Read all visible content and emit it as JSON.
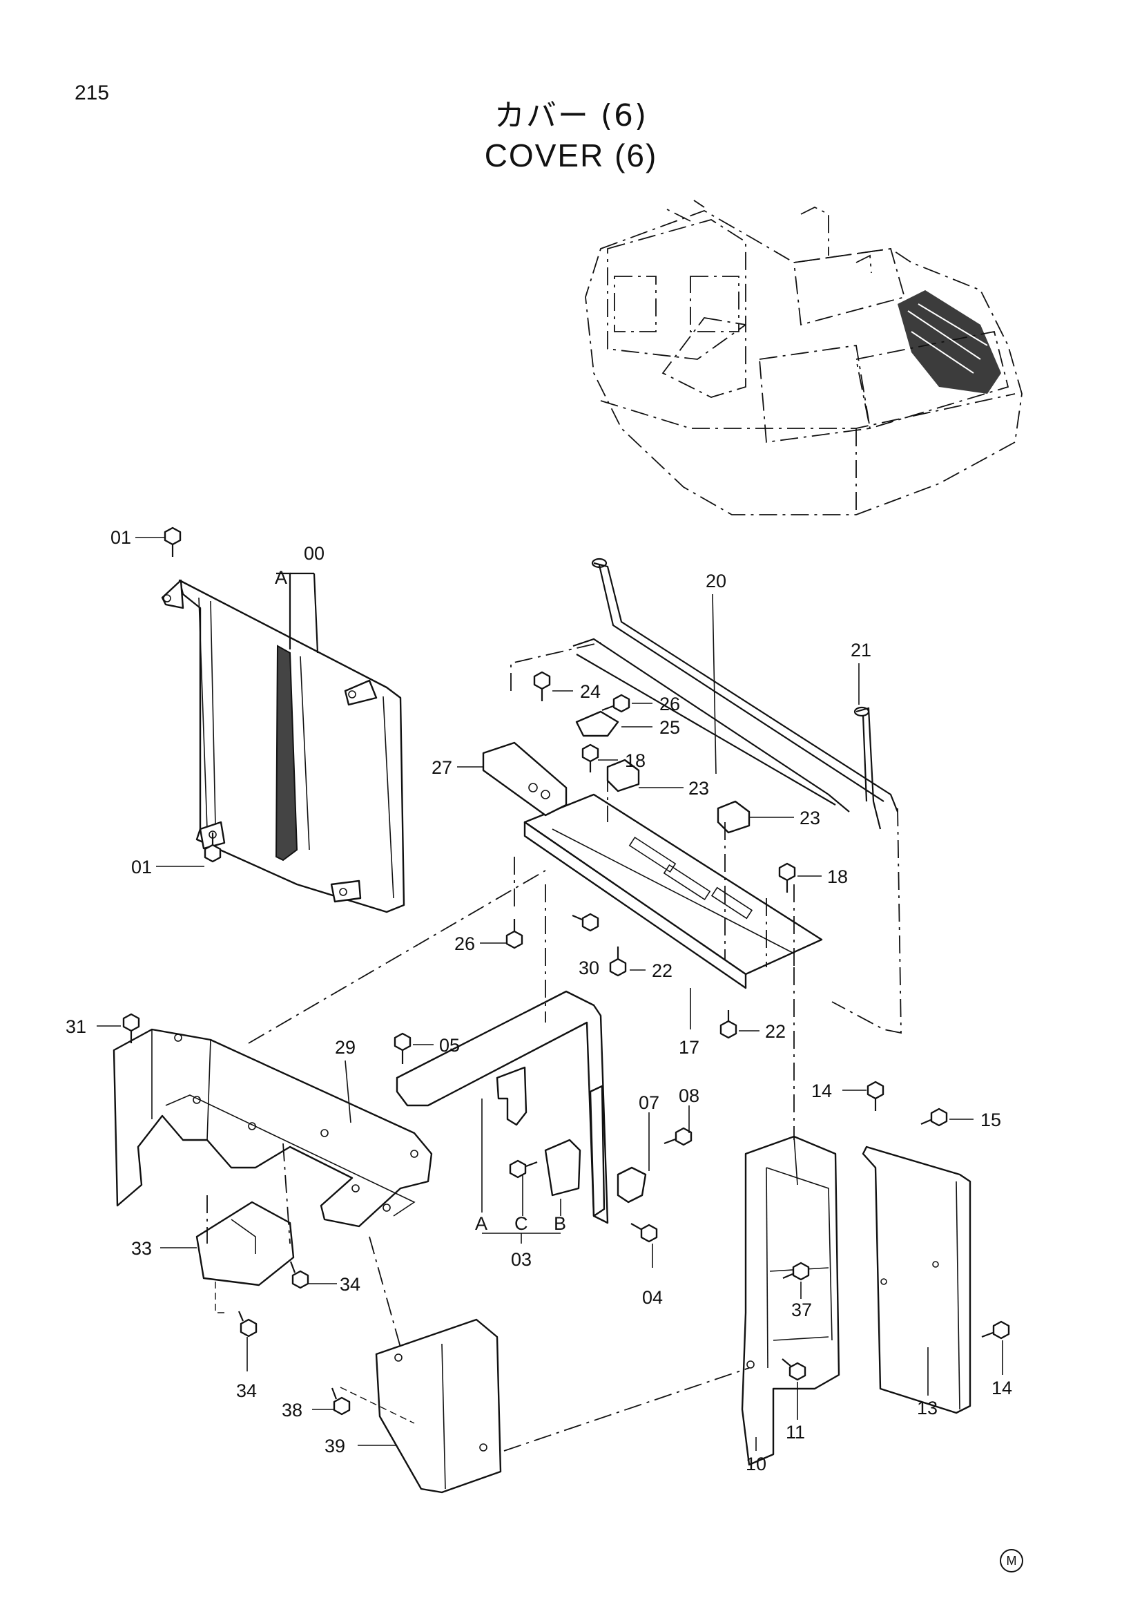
{
  "page": {
    "number": "215"
  },
  "title": {
    "japanese": "カバー (6)",
    "english": "COVER (6)"
  },
  "mark": "M",
  "callouts": [
    "00",
    "01",
    "01",
    "20",
    "21",
    "24",
    "26",
    "25",
    "27",
    "18",
    "23",
    "23",
    "18",
    "26",
    "30",
    "22",
    "17",
    "22",
    "31",
    "29",
    "05",
    "08",
    "07",
    "14",
    "15",
    "A",
    "C",
    "B",
    "03",
    "04",
    "33",
    "34",
    "34",
    "37",
    "13",
    "14",
    "11",
    "38",
    "39",
    "10"
  ],
  "sub_labels": {
    "A_top": "A"
  }
}
